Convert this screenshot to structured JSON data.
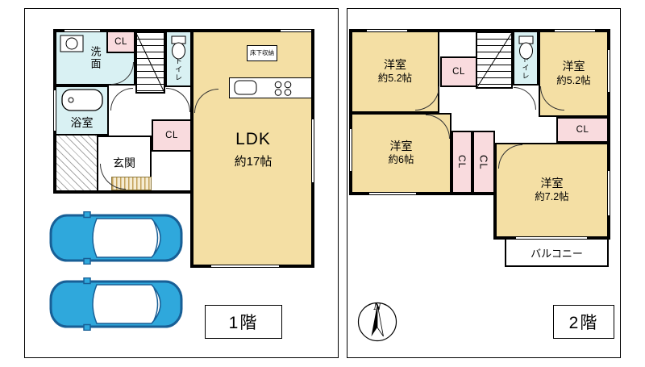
{
  "colors": {
    "room_tan": "#f4dfa4",
    "water_cyan": "#d9f1f3",
    "closet_pink": "#f9dbde",
    "car_blue": "#2fa8dc",
    "car_outline": "#185f96",
    "wall": "#000000"
  },
  "floor1": {
    "label": "1階",
    "rooms": {
      "ldk": {
        "name": "LDK",
        "size": "約17帖"
      },
      "senmen": {
        "name": "洗面"
      },
      "bath": {
        "name": "浴室"
      },
      "toilet": {
        "name": "トイレ"
      },
      "genkan": {
        "name": "玄関"
      },
      "cl_top": {
        "name": "CL"
      },
      "cl_mid": {
        "name": "CL"
      },
      "floor_storage": {
        "name": "床下収納"
      }
    }
  },
  "floor2": {
    "label": "2階",
    "rooms": {
      "room_a": {
        "name": "洋室",
        "size": "約5.2帖"
      },
      "room_b": {
        "name": "洋室",
        "size": "約5.2帖"
      },
      "room_c": {
        "name": "洋室",
        "size": "約6帖"
      },
      "room_d": {
        "name": "洋室",
        "size": "約7.2帖"
      },
      "toilet": {
        "name": "トイレ"
      },
      "cl_hall": {
        "name": "CL"
      },
      "cl_right": {
        "name": "CL"
      },
      "cl_mid_left": {
        "name": "CL"
      },
      "cl_mid_right": {
        "name": "CL"
      },
      "balcony": {
        "name": "バルコニー"
      }
    }
  },
  "compass": {
    "north": "N"
  }
}
